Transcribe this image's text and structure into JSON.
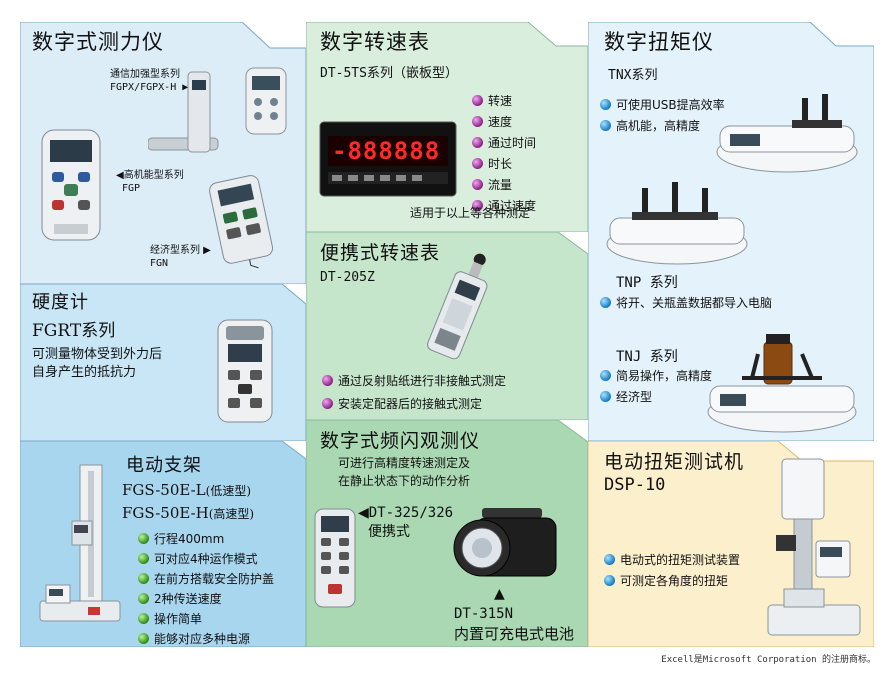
{
  "force_gauge": {
    "title": "数字式测力仪",
    "fgpx_line1": "通信加强型系列",
    "fgpx_line2": "FGPX/FGPX-H",
    "fgp_line1": "高机能型系列",
    "fgp_line2": "FGP",
    "fgn_line1": "经济型系列",
    "fgn_line2": "FGN"
  },
  "hardness": {
    "title": "硬度计",
    "model": "FGRT系列",
    "desc_line1": "可测量物体受到外力后",
    "desc_line2": "自身产生的抵抗力"
  },
  "stand": {
    "title": "电动支架",
    "model1_name": "FGS-50E-L",
    "model1_note": "(低速型)",
    "model2_name": "FGS-50E-H",
    "model2_note": "(高速型)",
    "features": [
      "行程400mm",
      "可对应4种运作模式",
      "在前方搭载安全防护盖",
      "2种传送速度",
      "操作简单",
      "能够对应多种电源"
    ]
  },
  "tachometer": {
    "title": "数字转速表",
    "model": "DT-5TS系列（嵌板型）",
    "display": "-888888",
    "features": [
      "转速",
      "速度",
      "通过时间",
      "时长",
      "流量",
      "通过速度"
    ],
    "note": "适用于以上等各种测定"
  },
  "portable": {
    "title": "便携式转速表",
    "model": "DT-205Z",
    "features": [
      "通过反射贴纸进行非接触式测定",
      "安装定配器后的接触式测定"
    ]
  },
  "strobe": {
    "title": "数字式频闪观测仪",
    "desc_line1": "可进行高精度转速测定及",
    "desc_line2": "在静止状态下的动作分析",
    "model_a": "DT-325/326",
    "model_a_note": "便携式",
    "model_b": "DT-315N",
    "model_b_note": "内置可充电式电池"
  },
  "torque": {
    "title": "数字扭矩仪",
    "tnx": "TNX系列",
    "tnx_features": [
      "可使用USB提高效率",
      "高机能，高精度"
    ],
    "tnp": "TNP 系列",
    "tnp_features": [
      "将开、关瓶盖数据都导入电脑"
    ],
    "tnj": "TNJ 系列",
    "tnj_features": [
      "简易操作，高精度",
      "经济型"
    ]
  },
  "torque_tester": {
    "title": "电动扭矩测试机",
    "model": "DSP-10",
    "features": [
      "电动式的扭矩测试装置",
      "可测定各角度的扭矩"
    ]
  },
  "footnote": "Excell是Microsoft  Corporation  的注册商标。",
  "colors": {
    "blue_panel": "#dcedf8",
    "green_panel": "#d4ecd8",
    "yellow_panel": "#fcefcc"
  }
}
